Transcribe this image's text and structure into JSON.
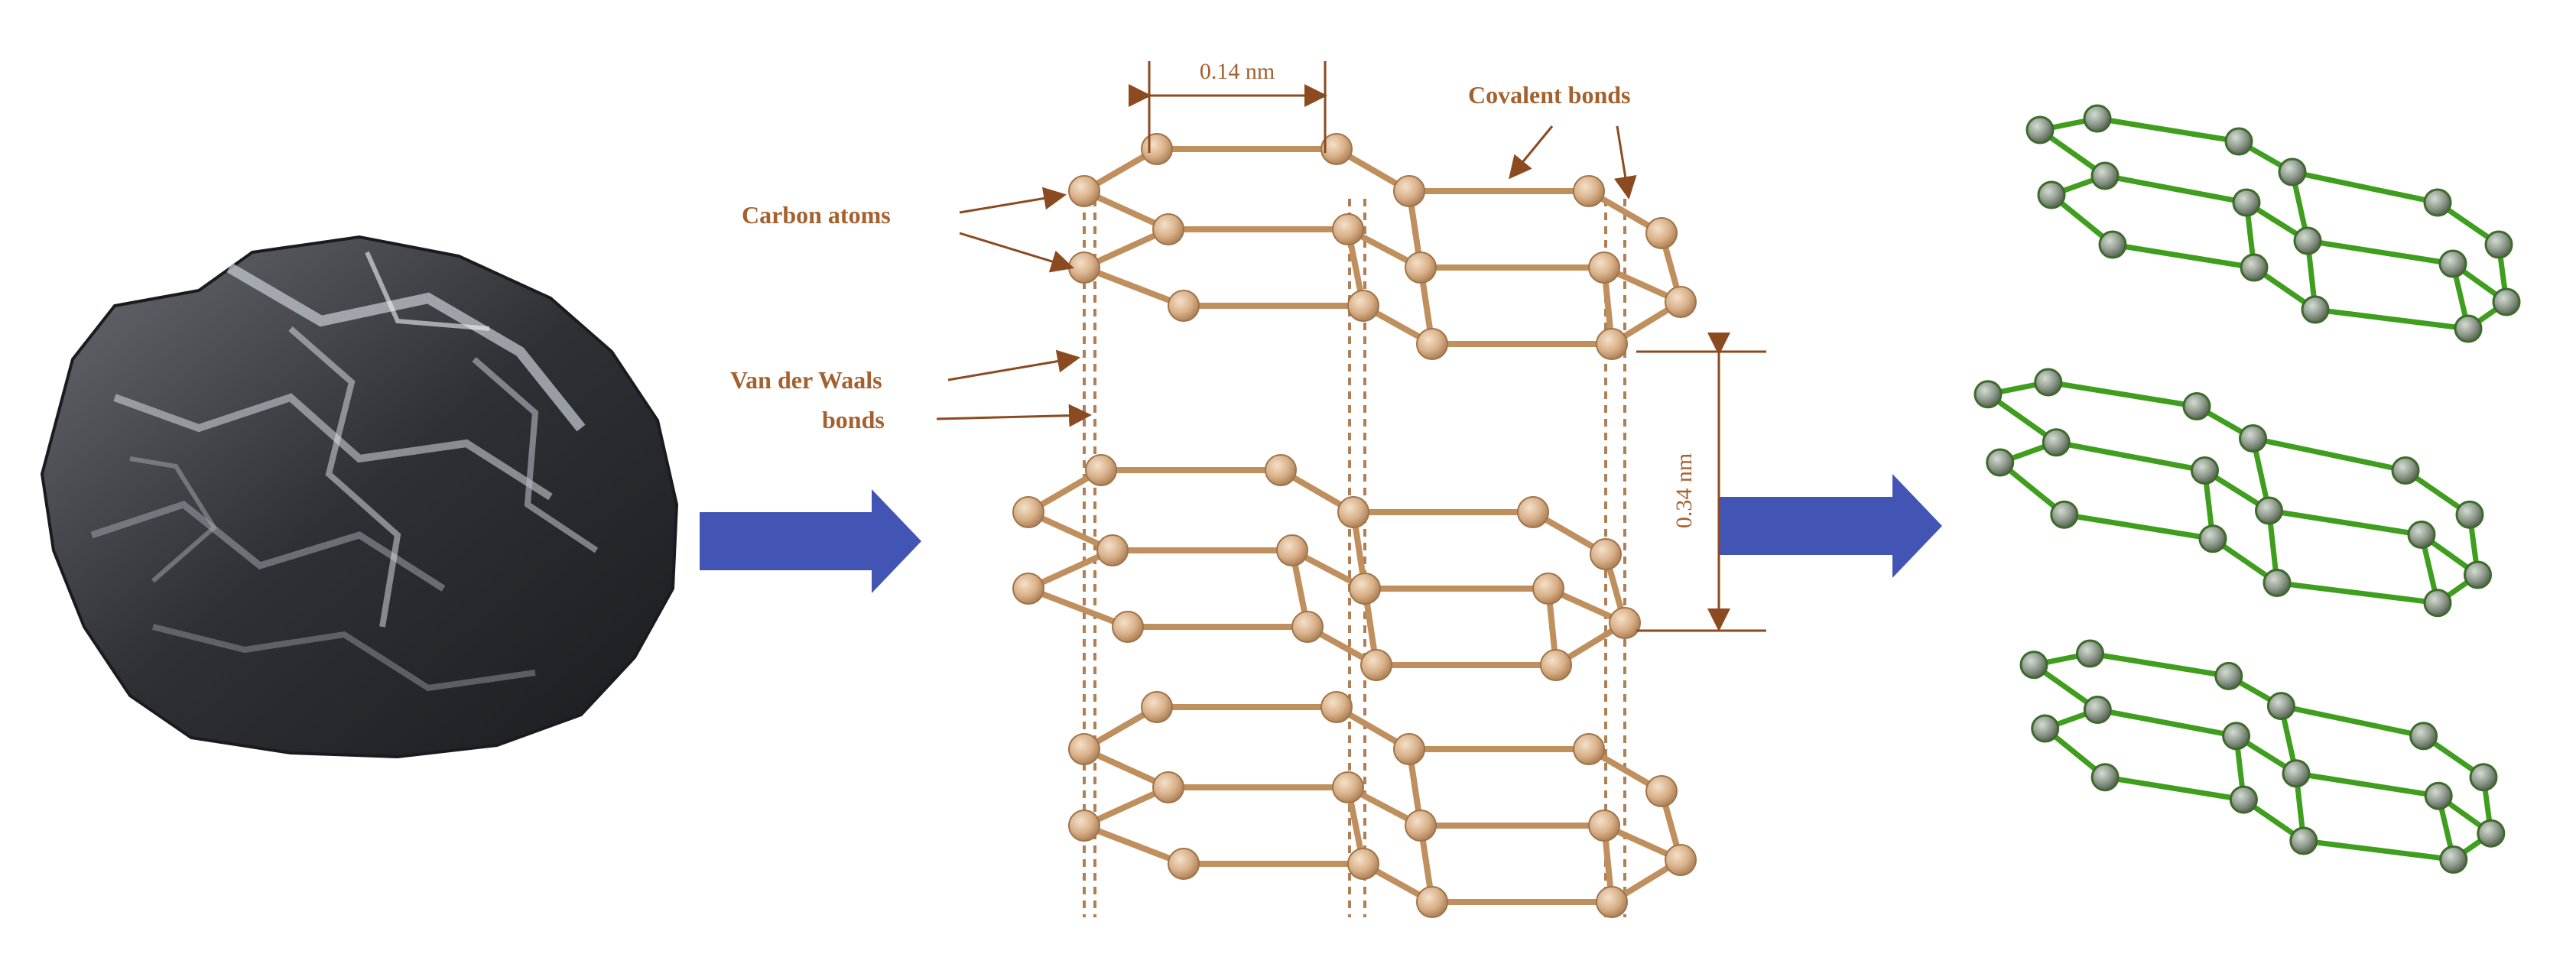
{
  "colors": {
    "background": "#ffffff",
    "lattice_bond": "#c08f5e",
    "lattice_atom": "#d9b18a",
    "label_text": "#a4602d",
    "annotation_line": "#8b4a1f",
    "arrow": "#4355b4",
    "graphene_bond": "#3f9e1d",
    "graphene_atom": "#8f9a8d",
    "rock": "#3b3d42"
  },
  "graphite_rock": {
    "icon": "graphite-rock-image"
  },
  "arrows": [
    {
      "name": "arrow-graphite-to-lattice",
      "direction": "right"
    },
    {
      "name": "arrow-lattice-to-graphene",
      "direction": "right"
    }
  ],
  "labels": {
    "bond_length": "0.14 nm",
    "covalent_bonds": "Covalent bonds",
    "carbon_atoms": "Carbon atoms",
    "van_der_waals_line1": "Van der Waals",
    "van_der_waals_line2": "bonds",
    "interlayer_distance": "0.34 nm"
  },
  "structure": {
    "graphite_layers": 3,
    "graphene_sheets": 3
  }
}
